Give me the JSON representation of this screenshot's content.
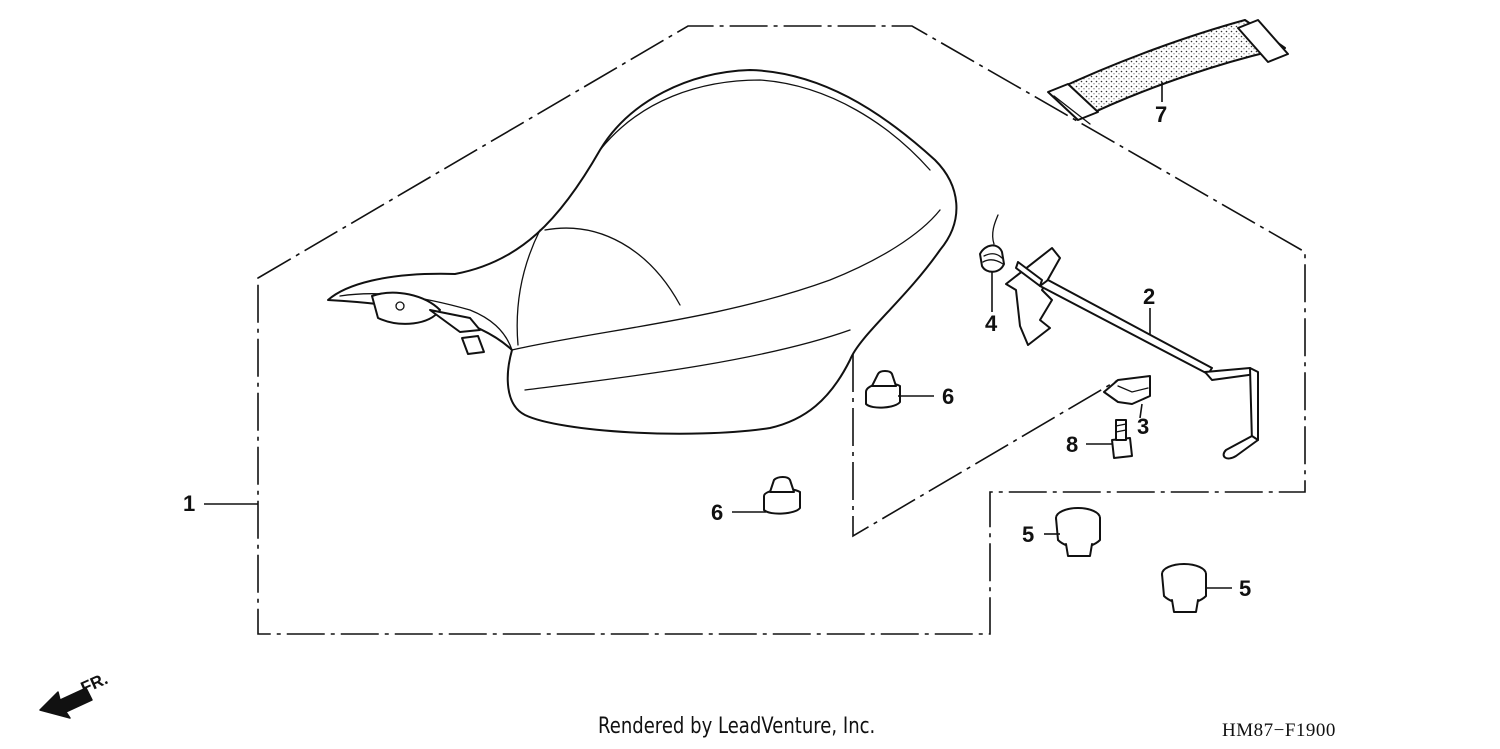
{
  "credit_text": "Rendered by LeadVenture, Inc.",
  "diagram_code": "HM87−F1900",
  "front_indicator": "FR.",
  "callouts": {
    "seat": "1",
    "seat_lock_rod": "2",
    "clip": "3",
    "spring": "4",
    "rubber_a": "5",
    "rubber_b": "5",
    "cushion_a": "6",
    "cushion_b": "6",
    "strap": "7",
    "bolt": "8"
  },
  "colors": {
    "line": "#111111",
    "background": "#ffffff"
  }
}
